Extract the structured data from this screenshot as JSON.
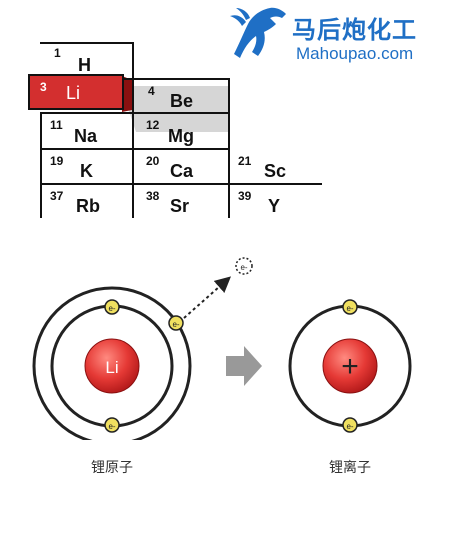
{
  "watermark": {
    "cn_text": "马后炮化工",
    "url": "Mahoupao.com",
    "color": "#1f6fc5"
  },
  "periodic_table": {
    "highlight_color": "#d32f2f",
    "cells": [
      {
        "number": "1",
        "symbol": "H"
      },
      {
        "number": "3",
        "symbol": "Li"
      },
      {
        "number": "4",
        "symbol": "Be"
      },
      {
        "number": "11",
        "symbol": "Na"
      },
      {
        "number": "12",
        "symbol": "Mg"
      },
      {
        "number": "19",
        "symbol": "K"
      },
      {
        "number": "20",
        "symbol": "Ca"
      },
      {
        "number": "21",
        "symbol": "Sc"
      },
      {
        "number": "37",
        "symbol": "Rb"
      },
      {
        "number": "38",
        "symbol": "Sr"
      },
      {
        "number": "39",
        "symbol": "Y"
      }
    ]
  },
  "diagram": {
    "atom_nucleus_label": "Li",
    "ion_nucleus_label": "+",
    "electron_label": "e-",
    "atom_caption": "锂原子",
    "ion_caption": "锂离子",
    "nucleus_color": "#e53935",
    "electron_color": "#f0e060"
  }
}
